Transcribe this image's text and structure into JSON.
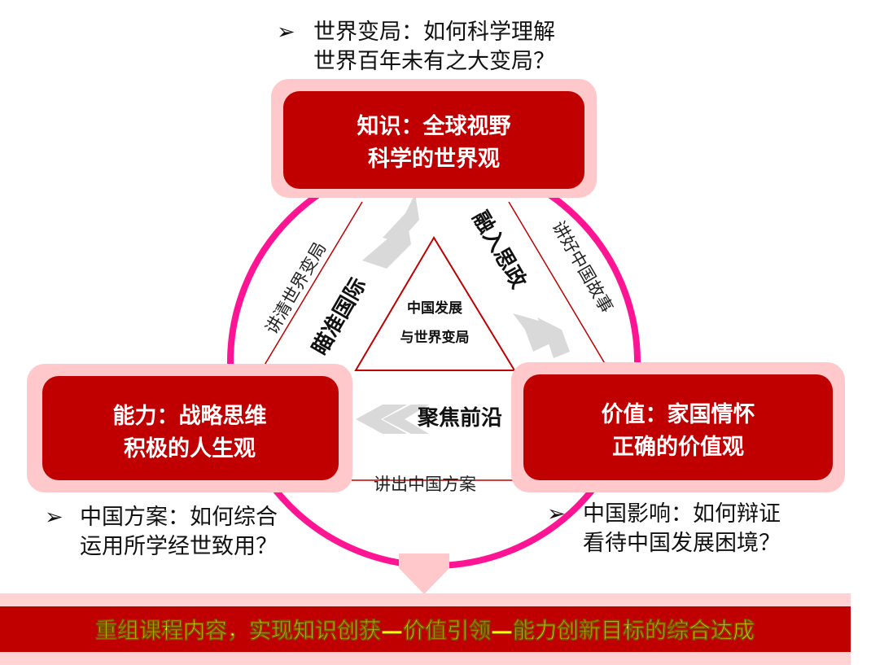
{
  "notes": {
    "top": {
      "line1": "世界变局：如何科学理解",
      "line2": "世界百年未有之大变局？"
    },
    "left": {
      "line1": "中国方案：如何综合",
      "line2": "运用所学经世致用？"
    },
    "right": {
      "line1": "中国影响：如何辩证",
      "line2": "看待中国发展困境？"
    }
  },
  "boxes": {
    "knowledge": {
      "line1": "知识：全球视野",
      "line2": "科学的世界观"
    },
    "ability": {
      "line1": "能力：战略思维",
      "line2": "积极的人生观"
    },
    "value": {
      "line1": "价值：家国情怀",
      "line2": "正确的价值观"
    }
  },
  "edges": {
    "left": "讲清世界变局",
    "right": "讲好中国故事",
    "bottom": "讲出中国方案"
  },
  "actions": {
    "left": "瞄准国际",
    "right": "融入思政",
    "bottom": "聚焦前沿"
  },
  "center": {
    "line1": "中国发展",
    "line2": "与世界变局"
  },
  "banner": "重组课程内容，实现知识创获—价值引领—能力创新目标的综合达成",
  "colors": {
    "red": "#c00000",
    "pink": "#ffc9cc",
    "ring": "#ff1493",
    "banner_text": "#ffff00"
  }
}
